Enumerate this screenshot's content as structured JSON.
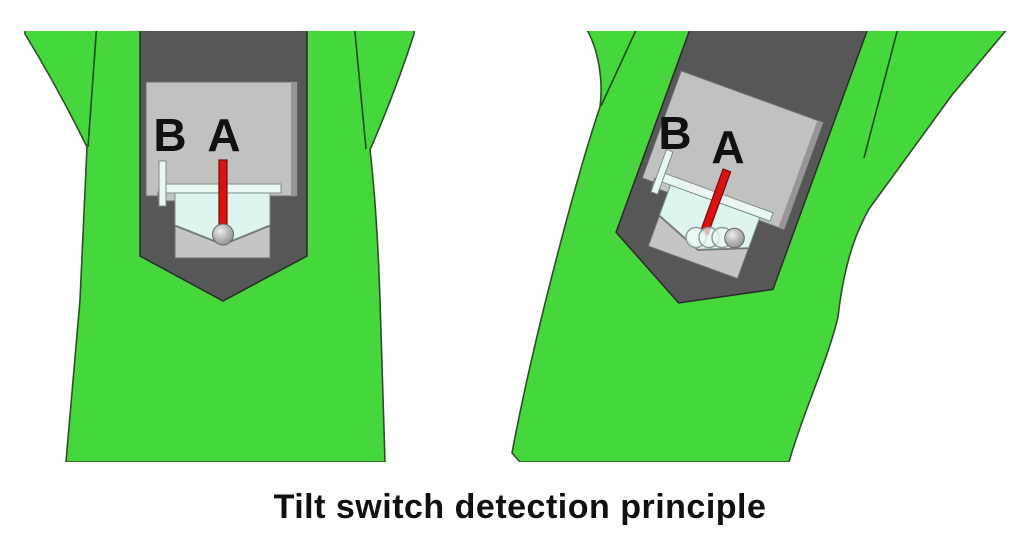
{
  "title": {
    "text": "Tilt switch detection principle"
  },
  "diagram": {
    "electrode_labels": {
      "b": "B",
      "a": "A"
    },
    "colors": {
      "body_green": "#45d73c",
      "housing_gray": "#575757",
      "chamber_gray": "#c2c1c1",
      "liquid_cyan": "#def4ee",
      "electrode_rim_white": "#e9f6f1",
      "electrode_red": "#de1111",
      "ball_gray": "#9a9a9a",
      "title_black": "#101010",
      "background": "#ffffff"
    }
  }
}
